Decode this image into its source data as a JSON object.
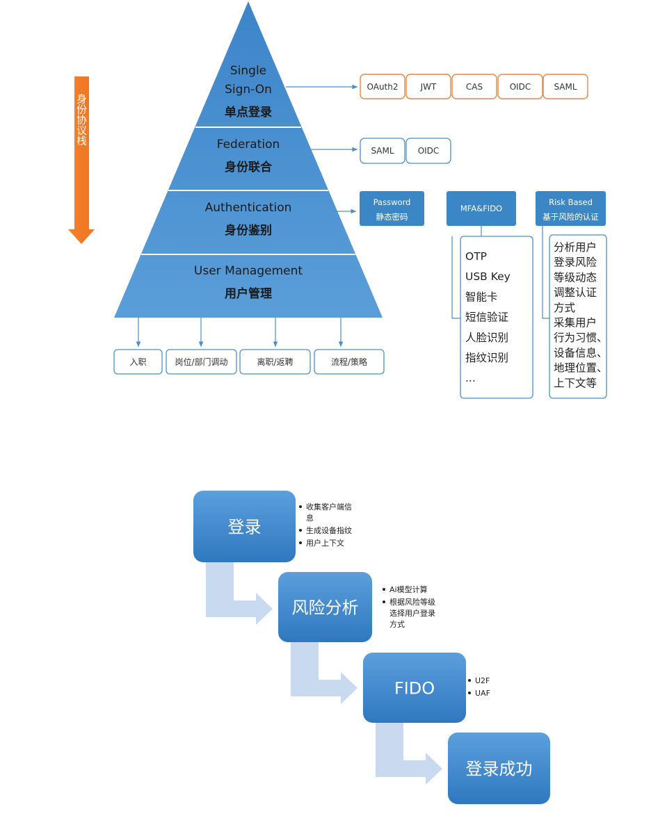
{
  "stack_label": "身份协议栈",
  "pyramid": {
    "layers": [
      {
        "en": [
          "Single",
          "Sign-On"
        ],
        "zh": "单点登录"
      },
      {
        "en": [
          "Federation"
        ],
        "zh": "身份联合"
      },
      {
        "en": [
          "Authentication"
        ],
        "zh": "身份鉴别"
      },
      {
        "en": [
          "User Management"
        ],
        "zh": "用户管理"
      }
    ]
  },
  "sso_protocols": [
    "OAuth2",
    "JWT",
    "CAS",
    "OIDC",
    "SAML"
  ],
  "federation_protocols": [
    "SAML",
    "OIDC"
  ],
  "auth_methods": [
    {
      "title": "Password",
      "subtitle": "静态密码"
    },
    {
      "title": "MFA&FIDO",
      "subtitle": ""
    },
    {
      "title": "Risk Based",
      "subtitle": "基于风险的认证"
    }
  ],
  "mfa_items": [
    "OTP",
    "USB Key",
    "智能卡",
    "短信验证",
    "人脸识别",
    "指纹识别",
    "..."
  ],
  "risk_items": [
    "分析用户",
    "登录风险",
    "等级动态",
    "调整认证",
    "方式",
    "采集用户",
    "行为习惯、",
    "设备信息、",
    "地理位置、",
    "上下文等"
  ],
  "user_mgmt_items": [
    "入职",
    "岗位/部门调动",
    "离职/返聘",
    "流程/策略"
  ],
  "flow": {
    "steps": [
      {
        "label": "登录",
        "notes": [
          [
            "收集客户端信",
            "息"
          ],
          [
            "生成设备指纹"
          ],
          [
            "用户上下文"
          ]
        ]
      },
      {
        "label": "风险分析",
        "notes": [
          [
            "Ai模型计算"
          ],
          [
            "根据风险等级",
            "选择用户登录",
            "方式"
          ]
        ]
      },
      {
        "label": "FIDO",
        "notes": [
          [
            "U2F"
          ],
          [
            "UAF"
          ]
        ]
      },
      {
        "label": "登录成功",
        "notes": []
      }
    ]
  },
  "colors": {
    "blue": "#3b86c4",
    "orange": "#f07f2a",
    "border_blue": "#4a90c8",
    "arrow_light": "#c9d9f0"
  }
}
